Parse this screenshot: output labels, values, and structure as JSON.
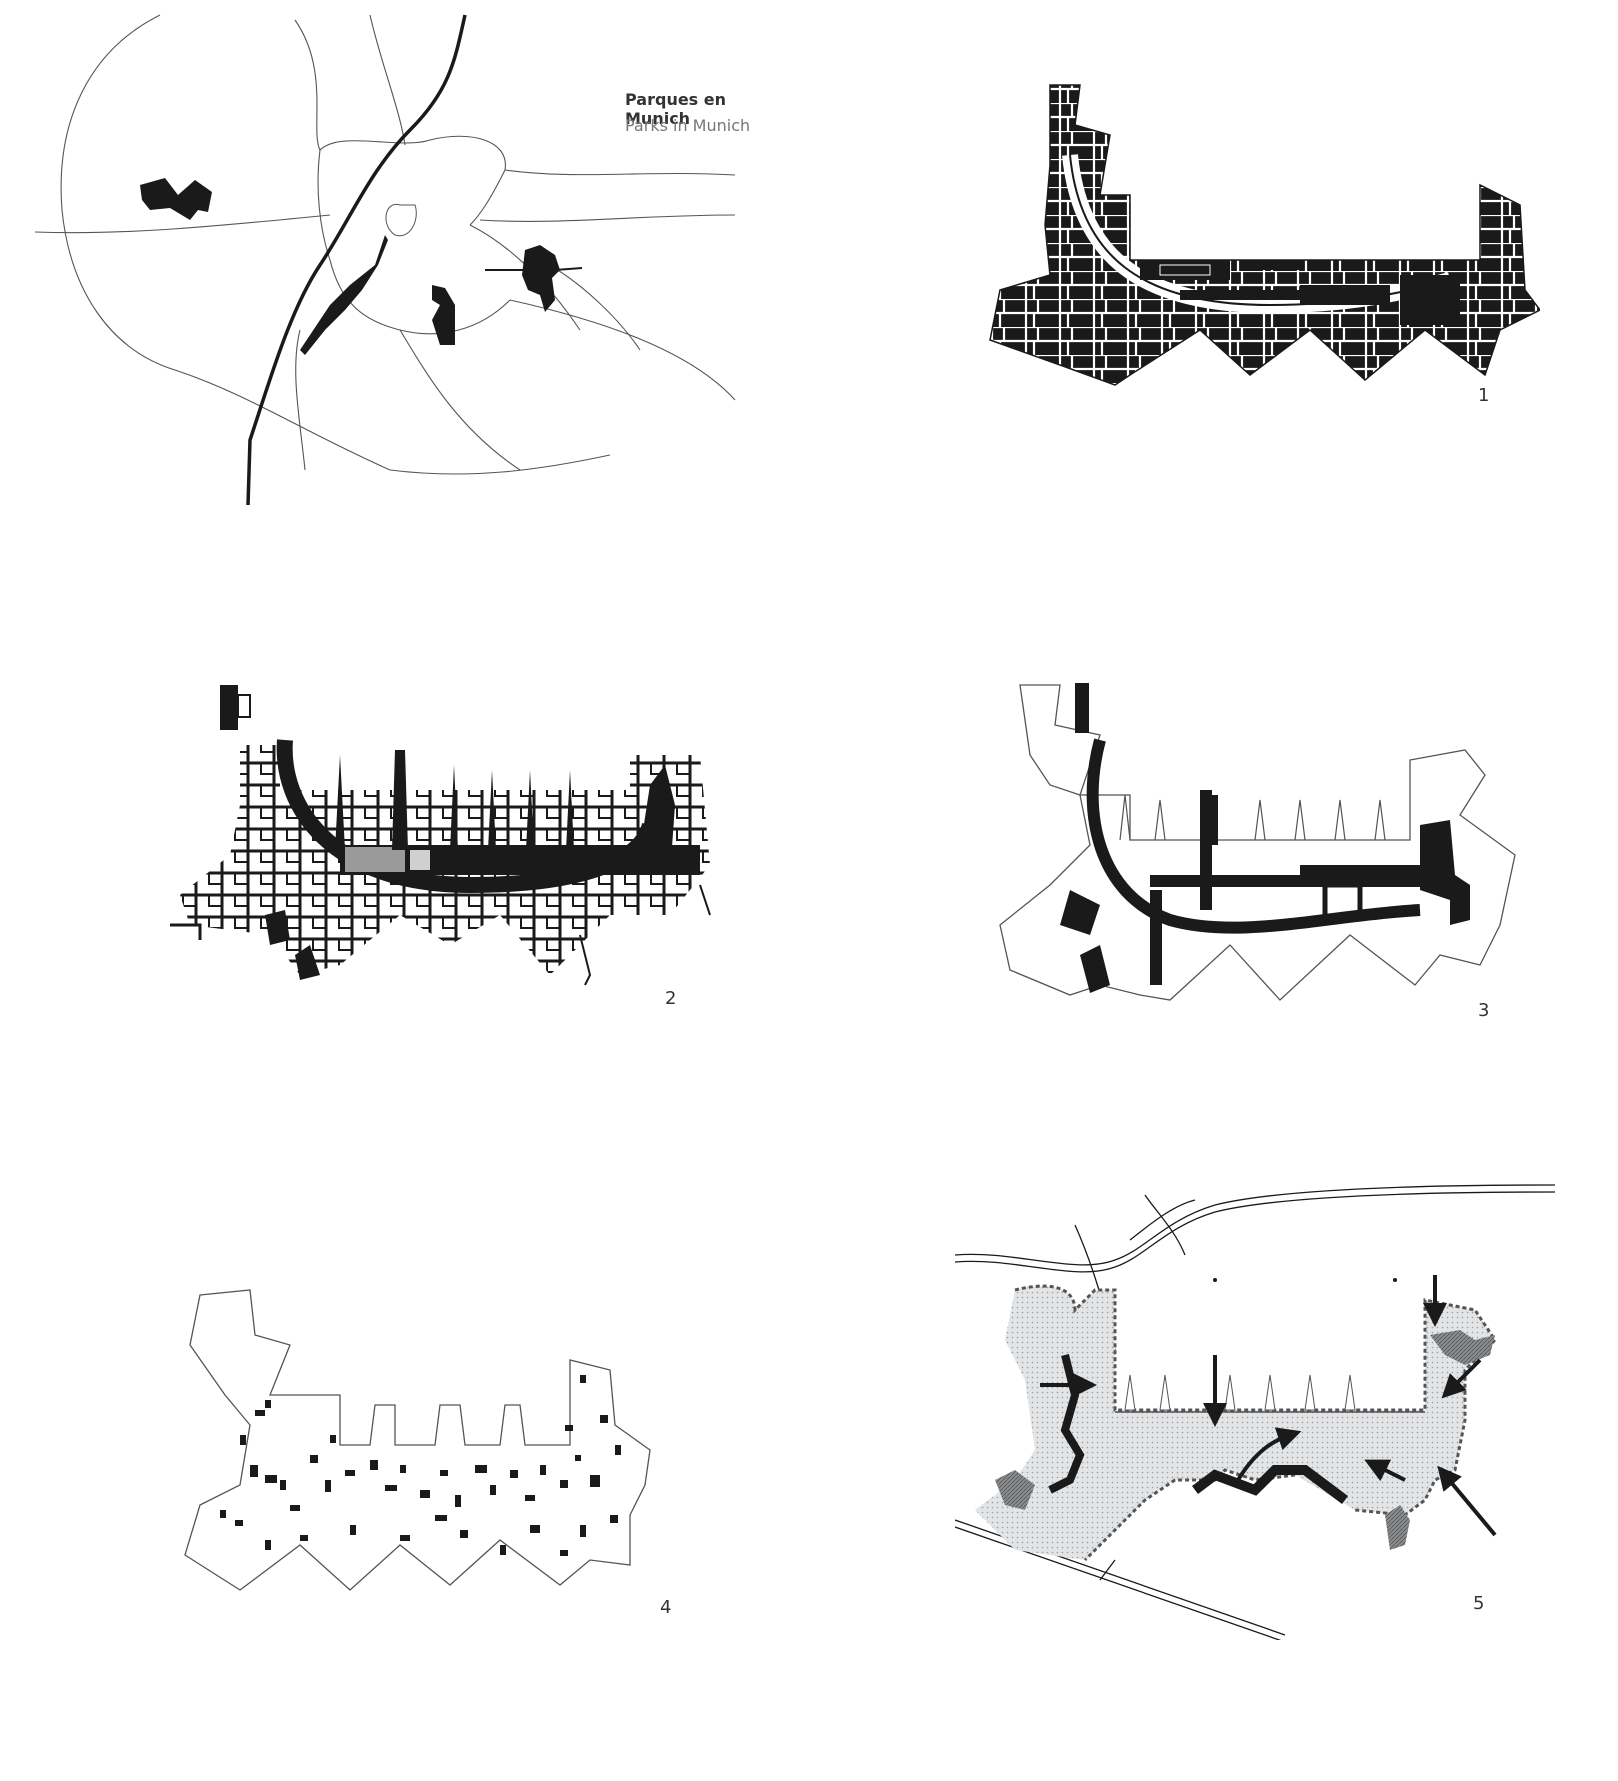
{
  "caption": {
    "title": "Parques en Munich",
    "subtitle": "Parks in Munich"
  },
  "diagrams": [
    {
      "id": 1,
      "number": "1"
    },
    {
      "id": 2,
      "number": "2"
    },
    {
      "id": 3,
      "number": "3"
    },
    {
      "id": 4,
      "number": "4"
    },
    {
      "id": 5,
      "number": "5"
    }
  ],
  "colors": {
    "ink": "#1a1a1a",
    "line": "#555555",
    "hatch_fill": "#e2e4e6",
    "hatch_dark": "#8a8d90"
  }
}
